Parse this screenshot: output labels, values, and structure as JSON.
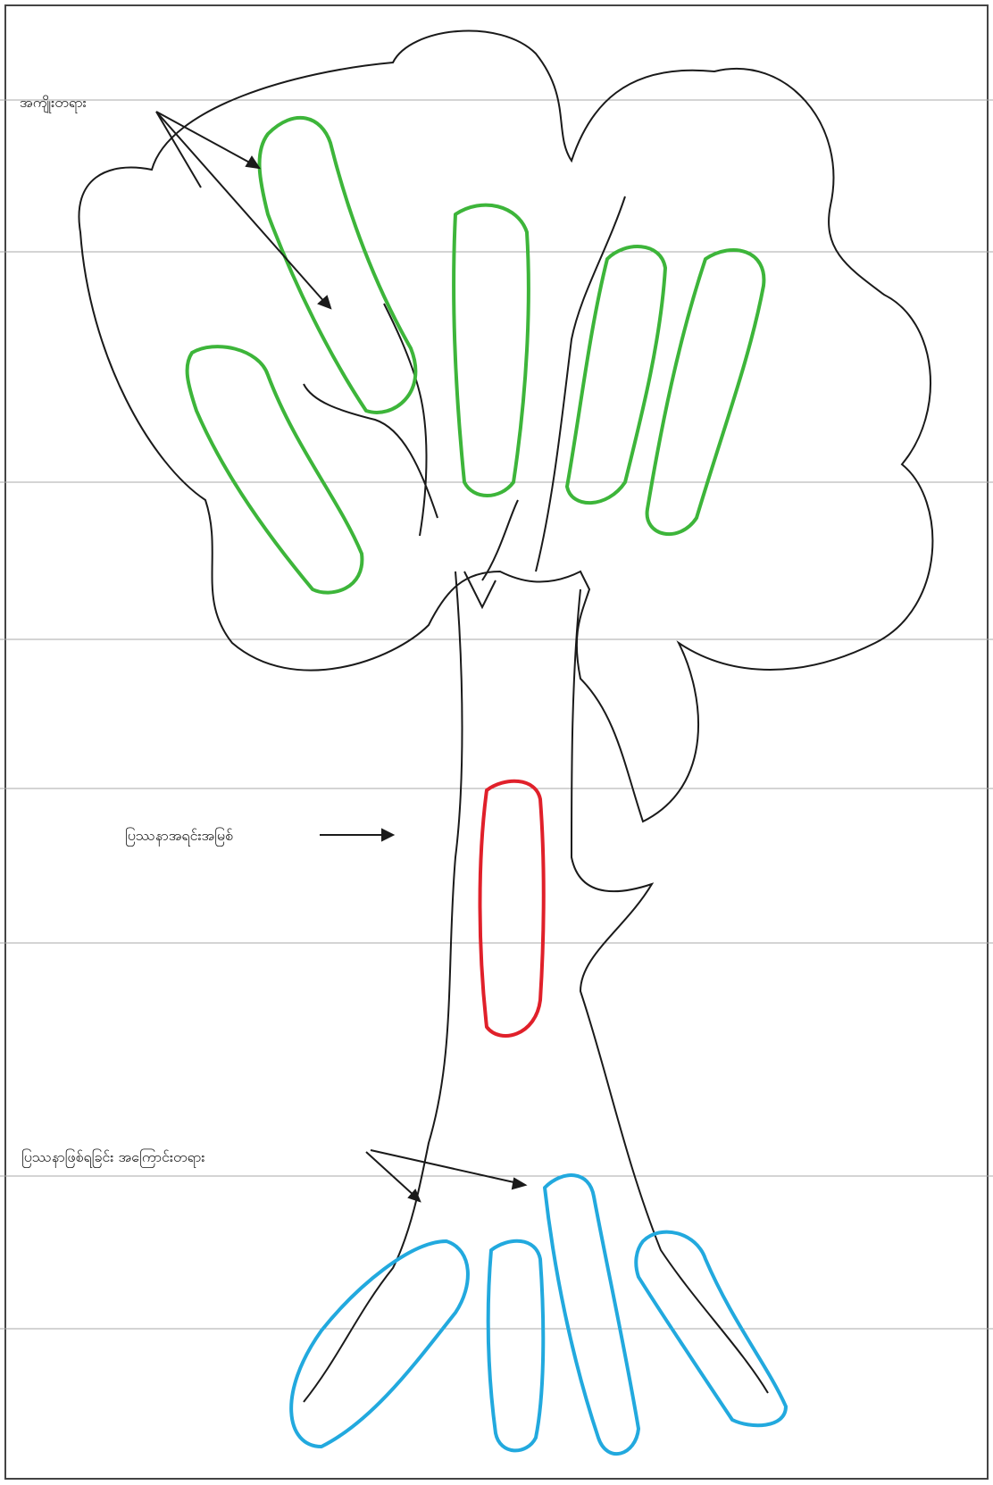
{
  "labels": {
    "effects": "အကျိုးတရား",
    "core_problem": "ပြဿနာအရင်းအမြစ်",
    "causes": "ပြဿနာဖြစ်ရခြင်း အကြောင်းတရား"
  },
  "colors": {
    "paper": "#ffffff",
    "outline": "#1a1a1a",
    "effect_border": "#3db53a",
    "problem_border": "#e0202a",
    "cause_border": "#22a9de",
    "handwriting": "#2c3a9a",
    "ruled_line": "#a0a0a0"
  }
}
